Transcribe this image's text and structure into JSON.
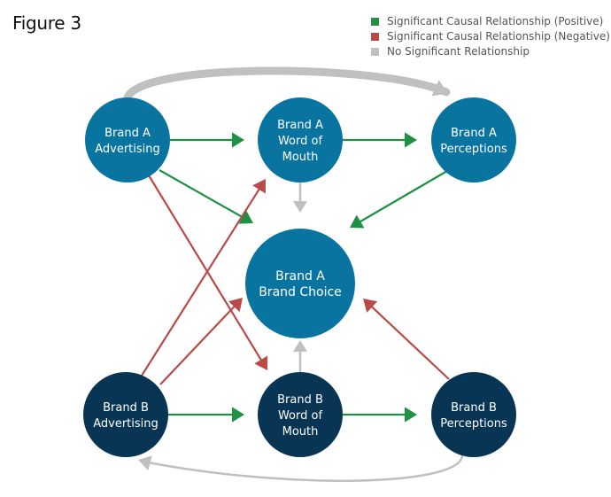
{
  "figure_title": "Figure 3",
  "colors": {
    "positive": "#1e9145",
    "negative": "#b94a48",
    "none": "#c0c0c0",
    "brand_a_node": "#0a74a0",
    "brand_b_node": "#083553",
    "node_text": "#ffffff"
  },
  "legend": [
    {
      "key": "positive",
      "label": "Significant Causal Relationship (Positive)"
    },
    {
      "key": "negative",
      "label": "Significant Causal Relationship (Negative)"
    },
    {
      "key": "none",
      "label": "No Significant Relationship"
    }
  ],
  "nodes": [
    {
      "id": "a_adv",
      "brand": "A",
      "lines": [
        "Brand A",
        "Advertising"
      ]
    },
    {
      "id": "a_wom",
      "brand": "A",
      "lines": [
        "Brand A",
        "Word of",
        "Mouth"
      ]
    },
    {
      "id": "a_perc",
      "brand": "A",
      "lines": [
        "Brand A",
        "Perceptions"
      ]
    },
    {
      "id": "a_choice",
      "brand": "A",
      "lines": [
        "Brand A",
        "Brand Choice"
      ]
    },
    {
      "id": "b_adv",
      "brand": "B",
      "lines": [
        "Brand B",
        "Advertising"
      ]
    },
    {
      "id": "b_wom",
      "brand": "B",
      "lines": [
        "Brand B",
        "Word of",
        "Mouth"
      ]
    },
    {
      "id": "b_perc",
      "brand": "B",
      "lines": [
        "Brand B",
        "Perceptions"
      ]
    }
  ],
  "edges": [
    {
      "from": "a_adv",
      "to": "a_wom",
      "type": "positive"
    },
    {
      "from": "a_wom",
      "to": "a_perc",
      "type": "positive"
    },
    {
      "from": "a_adv",
      "to": "a_choice",
      "type": "positive"
    },
    {
      "from": "a_perc",
      "to": "a_choice",
      "type": "positive"
    },
    {
      "from": "a_wom",
      "to": "a_choice",
      "type": "none"
    },
    {
      "from": "a_adv",
      "to": "a_perc",
      "type": "none"
    },
    {
      "from": "a_adv",
      "to": "b_wom",
      "type": "negative"
    },
    {
      "from": "b_adv",
      "to": "a_wom",
      "type": "negative"
    },
    {
      "from": "b_adv",
      "to": "a_choice",
      "type": "negative"
    },
    {
      "from": "b_perc",
      "to": "a_choice",
      "type": "negative"
    },
    {
      "from": "b_wom",
      "to": "a_choice",
      "type": "none"
    },
    {
      "from": "b_adv",
      "to": "b_wom",
      "type": "positive"
    },
    {
      "from": "b_wom",
      "to": "b_perc",
      "type": "positive"
    },
    {
      "from": "b_perc",
      "to": "b_adv",
      "type": "none"
    }
  ]
}
